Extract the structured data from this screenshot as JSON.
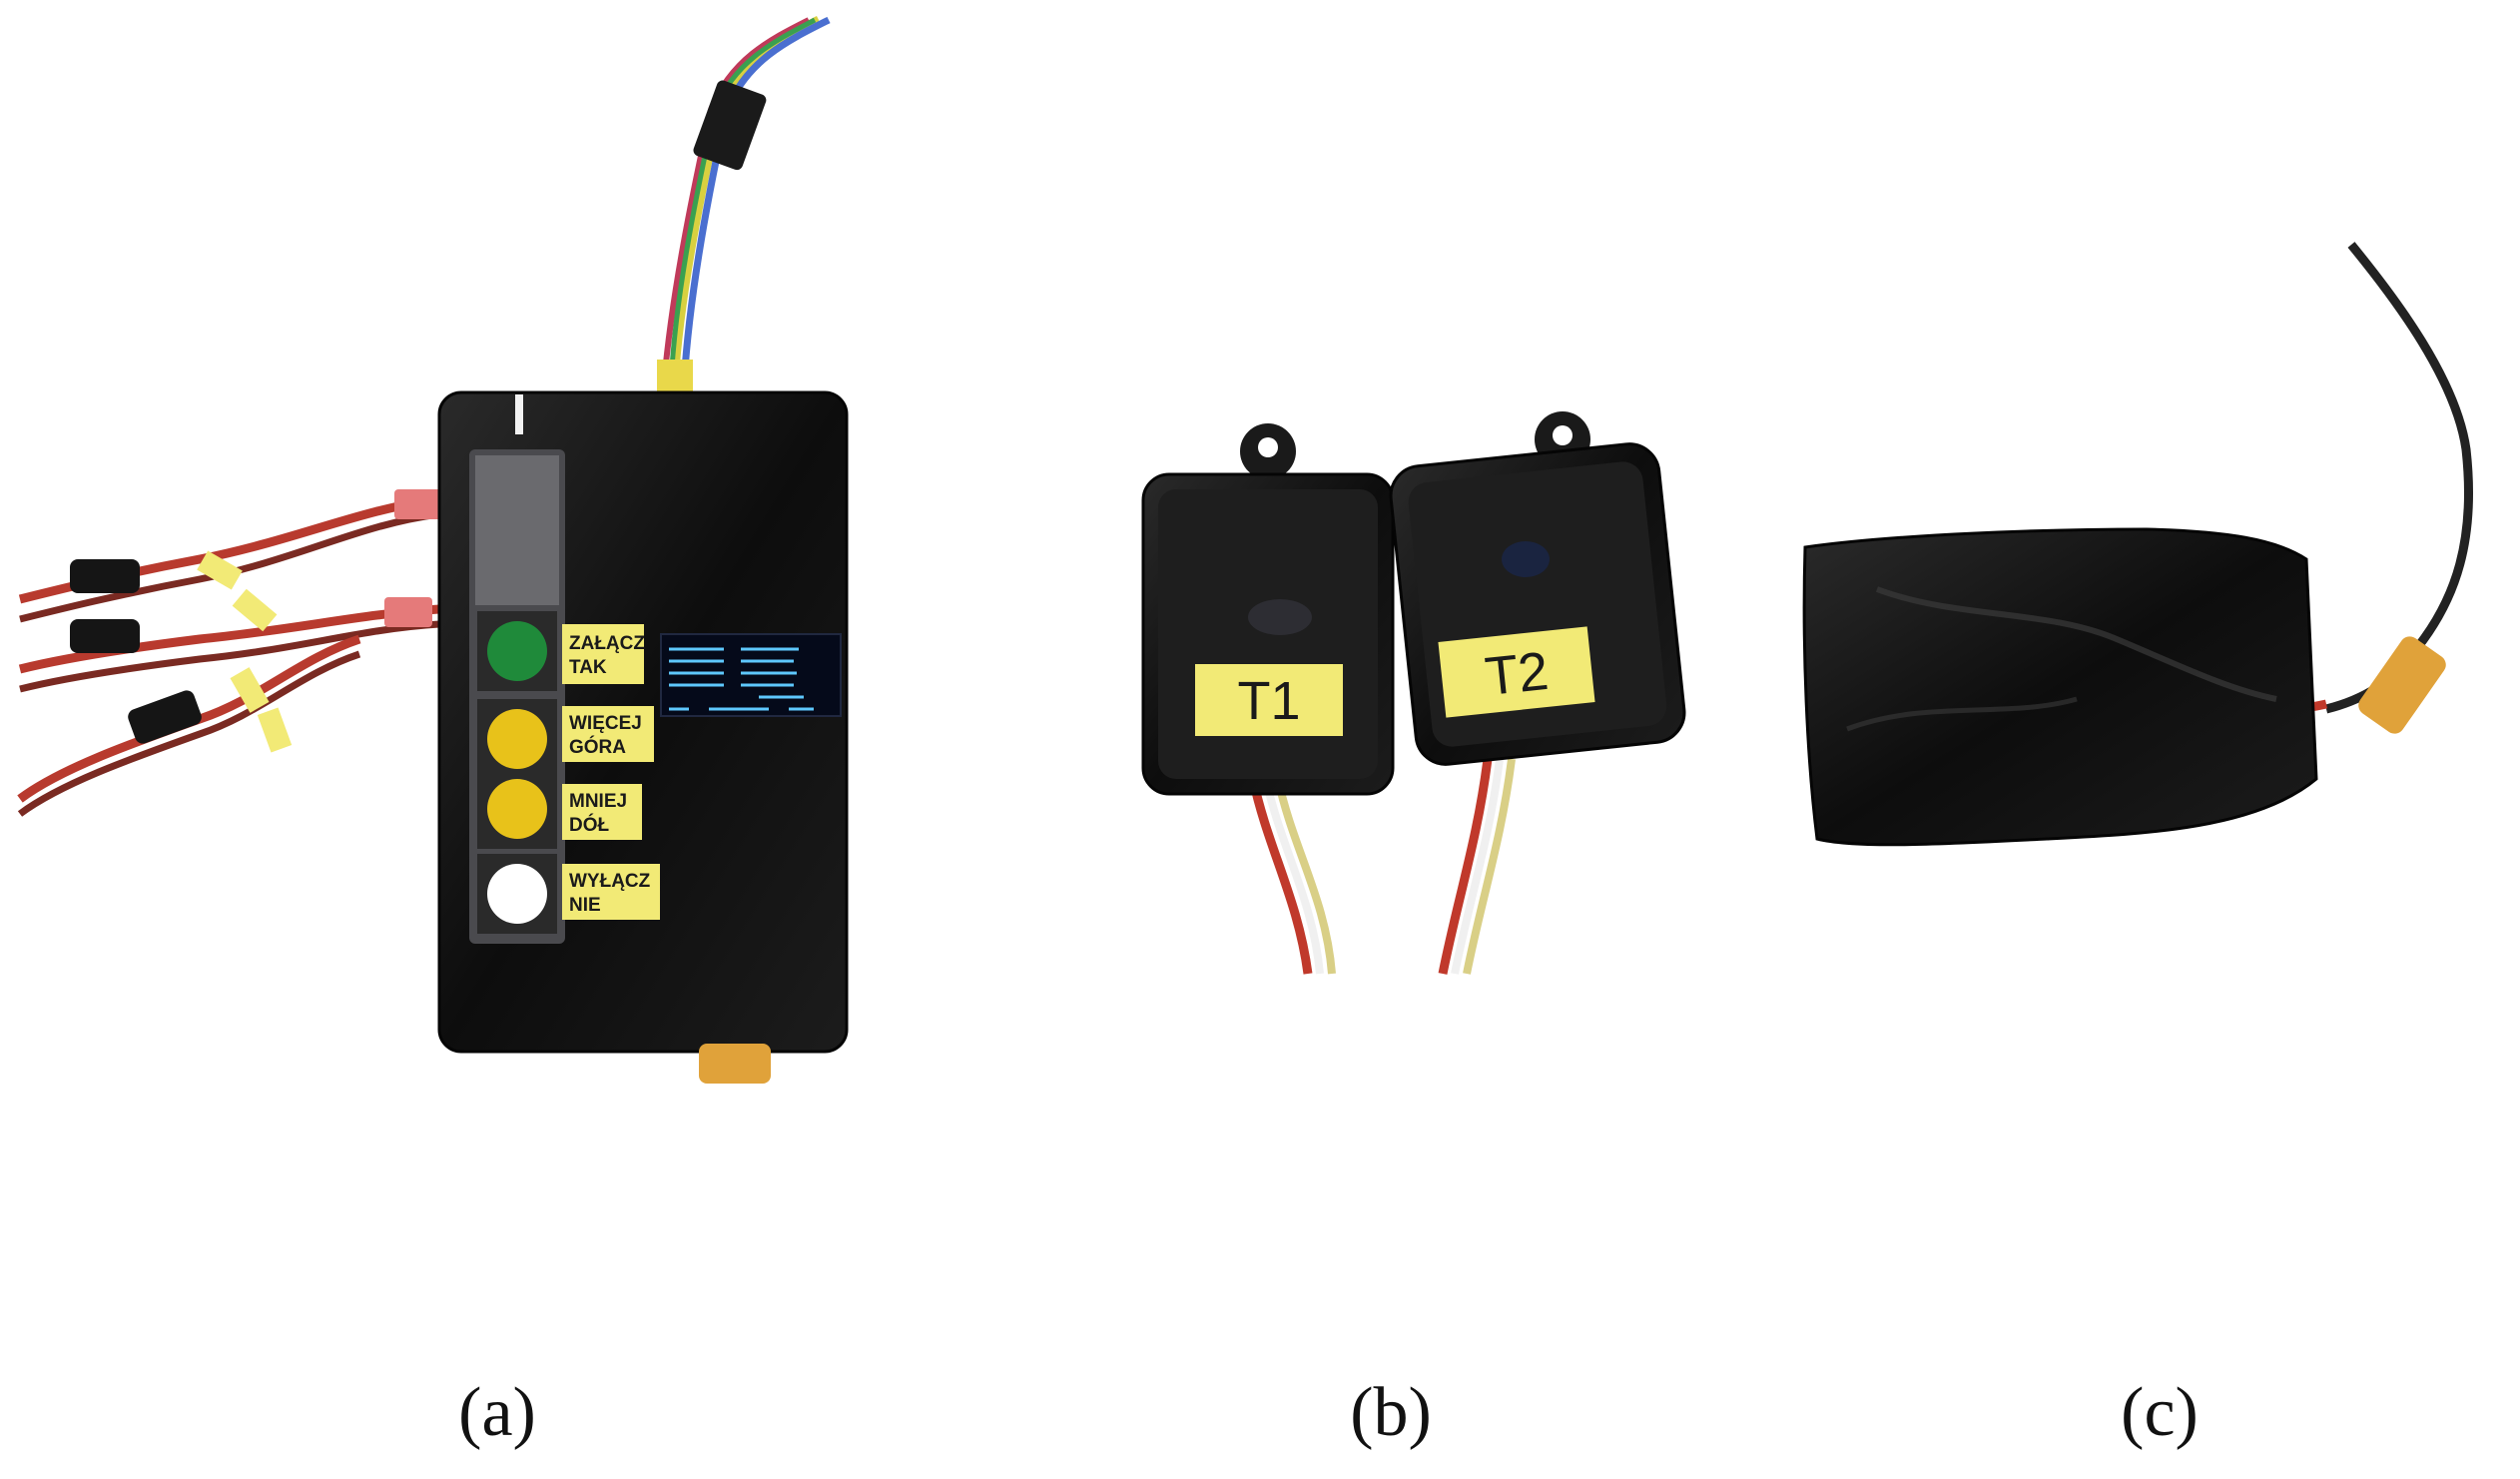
{
  "panel_a": {
    "caption": "(a)",
    "buttons": [
      {
        "line1": "ZAŁĄCZ",
        "line2": "TAK",
        "color": "#1f8a3a"
      },
      {
        "line1": "WIĘCEJ",
        "line2": "GÓRA",
        "color": "#e8c21a"
      },
      {
        "line1": "MNIEJ",
        "line2": "DÓŁ",
        "color": "#e8c21a"
      },
      {
        "line1": "WYŁĄCZ",
        "line2": "NIE",
        "color": "#ffffff"
      }
    ]
  },
  "panel_b": {
    "caption": "(b)",
    "sensors": [
      {
        "label": "T1"
      },
      {
        "label": "T2"
      }
    ]
  },
  "panel_c": {
    "caption": "(c)"
  },
  "colors": {
    "housing": "#141414",
    "label_yellow": "#f2ea76",
    "wire_red": "#c0392b",
    "connector_yellow": "#e0a23a"
  }
}
